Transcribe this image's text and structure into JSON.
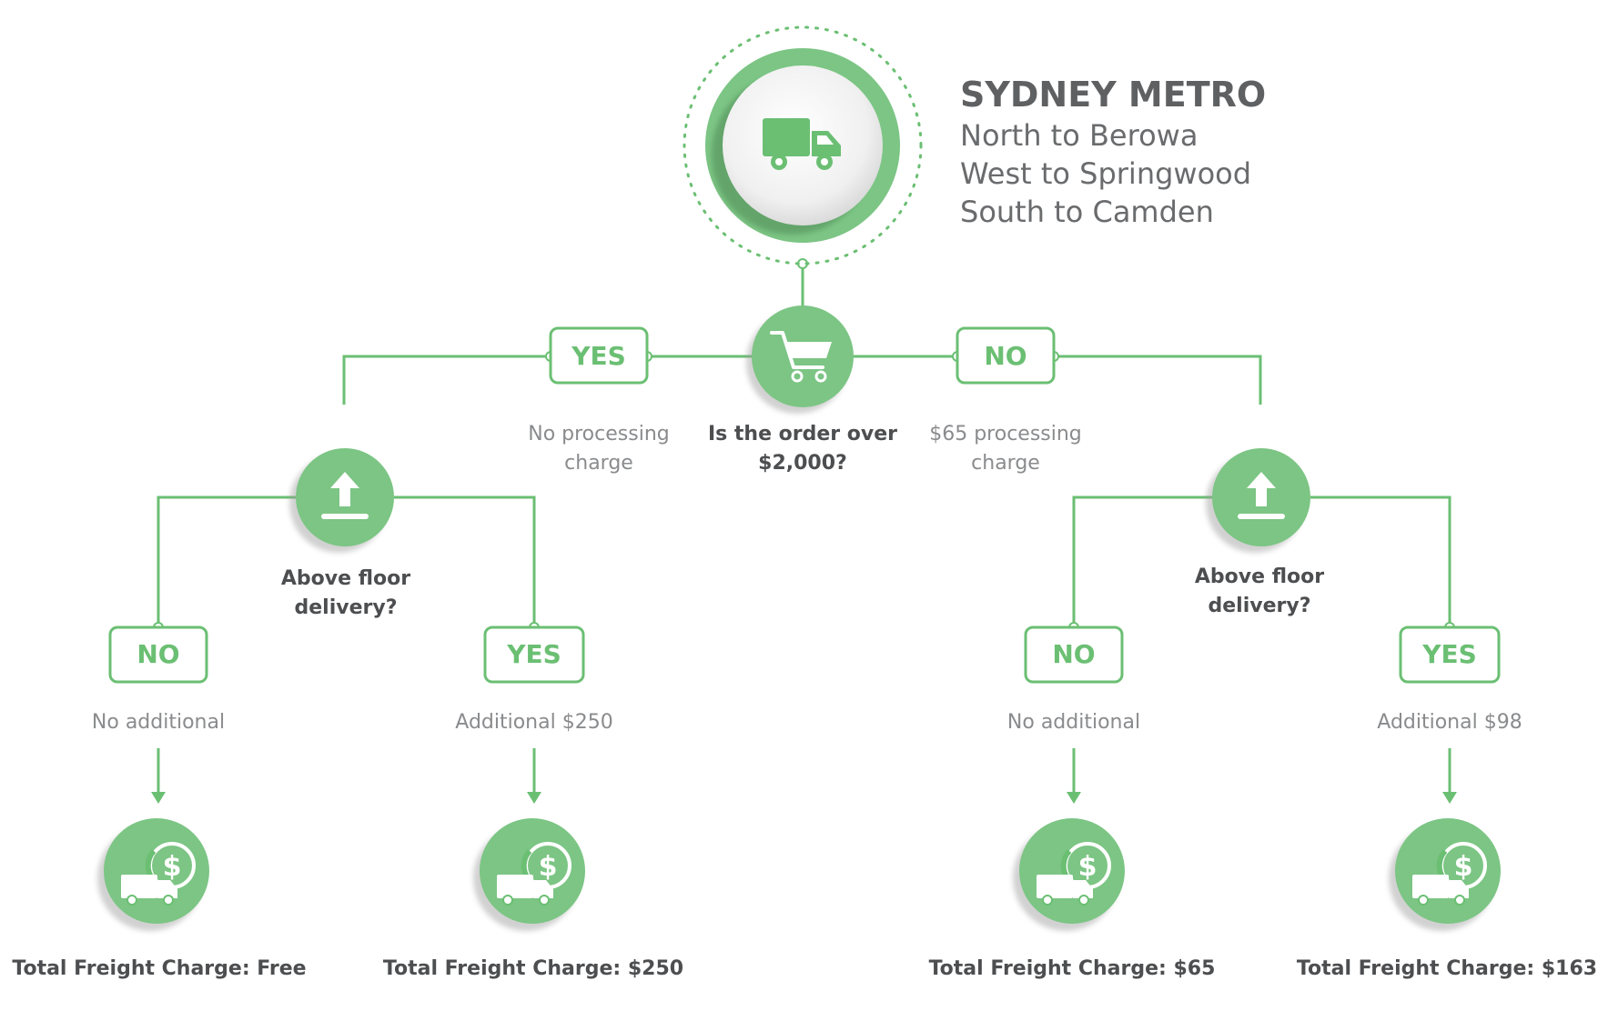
{
  "header": {
    "title": "SYDNEY METRO",
    "lines": [
      "North to Berowa",
      "West to Springwood",
      "South to Camden"
    ]
  },
  "root": {
    "question": [
      "Is the order over",
      "$2,000?"
    ],
    "yes_label": "YES",
    "no_label": "NO",
    "yes_note": [
      "No processing",
      "charge"
    ],
    "no_note": [
      "$65 processing",
      "charge"
    ]
  },
  "branches": {
    "left": {
      "question": [
        "Above floor",
        "delivery?"
      ],
      "no_label": "NO",
      "yes_label": "YES",
      "no_note": "No additional",
      "yes_note": "Additional $250",
      "no_total": "Total Freight Charge: Free",
      "yes_total": "Total Freight Charge: $250"
    },
    "right": {
      "question": [
        "Above floor",
        "delivery?"
      ],
      "no_label": "NO",
      "yes_label": "YES",
      "no_note": "No additional",
      "yes_note": "Additional $98",
      "no_total": "Total Freight Charge: $65",
      "yes_total": "Total Freight Charge: $163"
    }
  },
  "icons": {
    "top": "delivery-truck-icon",
    "root": "shopping-cart-icon",
    "decision": "upload-floor-icon",
    "outcome": "truck-dollar-icon"
  },
  "colors": {
    "accent": "#6bbf73",
    "accent_dark": "#4f9d58",
    "text_dark": "#4d4e50",
    "text_muted": "#8a8b8d"
  }
}
